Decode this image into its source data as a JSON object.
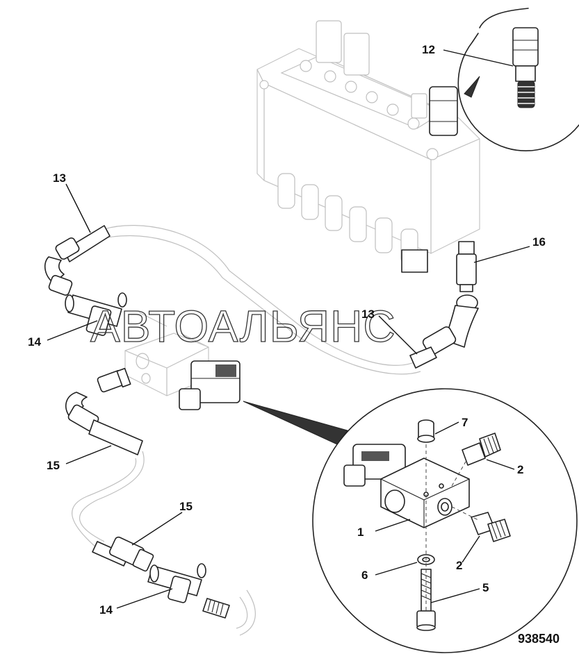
{
  "figure": {
    "number": "938540",
    "watermark": "АВТОАЛЬЯНС"
  },
  "callouts": [
    {
      "id": "c12",
      "label": "12"
    },
    {
      "id": "c13a",
      "label": "13"
    },
    {
      "id": "c13b",
      "label": "13"
    },
    {
      "id": "c16",
      "label": "16"
    },
    {
      "id": "c14a",
      "label": "14"
    },
    {
      "id": "c15a",
      "label": "15"
    },
    {
      "id": "c15b",
      "label": "15"
    },
    {
      "id": "c14b",
      "label": "14"
    },
    {
      "id": "c7",
      "label": "7"
    },
    {
      "id": "c2a",
      "label": "2"
    },
    {
      "id": "c1",
      "label": "1"
    },
    {
      "id": "c2b",
      "label": "2"
    },
    {
      "id": "c6",
      "label": "6"
    },
    {
      "id": "c5",
      "label": "5"
    }
  ]
}
